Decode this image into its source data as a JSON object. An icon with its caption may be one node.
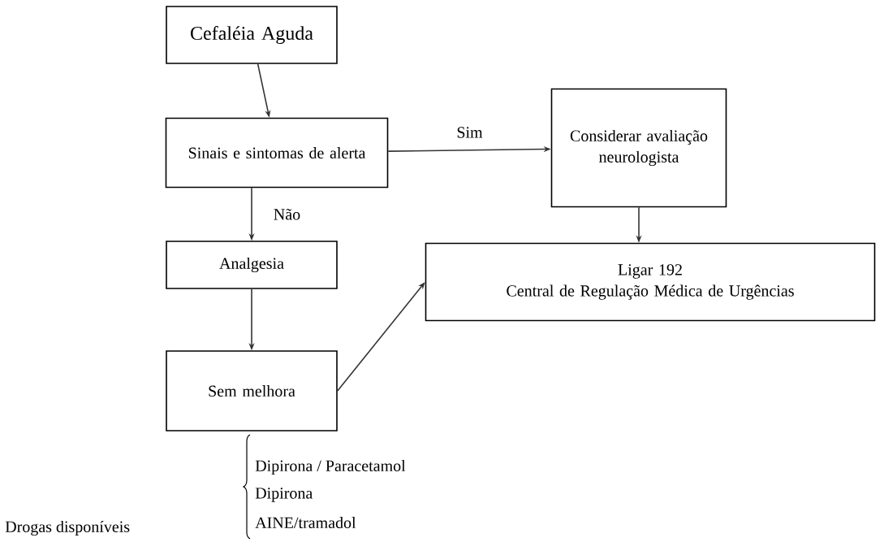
{
  "diagram": {
    "nodes": [
      {
        "text": [
          "Cefaléia Aguda"
        ]
      },
      {
        "text": [
          "Sinais e sintomas de alerta"
        ]
      },
      {
        "text": [
          "Considerar avaliação neurologista"
        ]
      },
      {
        "text": [
          "Analgesia"
        ]
      },
      {
        "text": [
          "Ligar 192",
          "Central de Regulação Médica de Urgências"
        ]
      },
      {
        "text": [
          "Sem melhora"
        ]
      }
    ],
    "edges": [
      {
        "from": 0,
        "to": 1,
        "arrow": "to"
      },
      {
        "from": 1,
        "to": 2,
        "arrow": "to",
        "label": "Sim"
      },
      {
        "from": 1,
        "to": 3,
        "arrow": "to",
        "label": "Não"
      },
      {
        "from": 2,
        "to": 4,
        "arrow": "to"
      },
      {
        "from": 3,
        "to": 5,
        "arrow": "to"
      },
      {
        "from": 5,
        "to": 4,
        "arrow": "to"
      }
    ],
    "labels": [
      "Dipirona / Paracetamol",
      "Dipirona",
      "AINE/tramadol",
      "Drogas disponíveis"
    ]
  }
}
